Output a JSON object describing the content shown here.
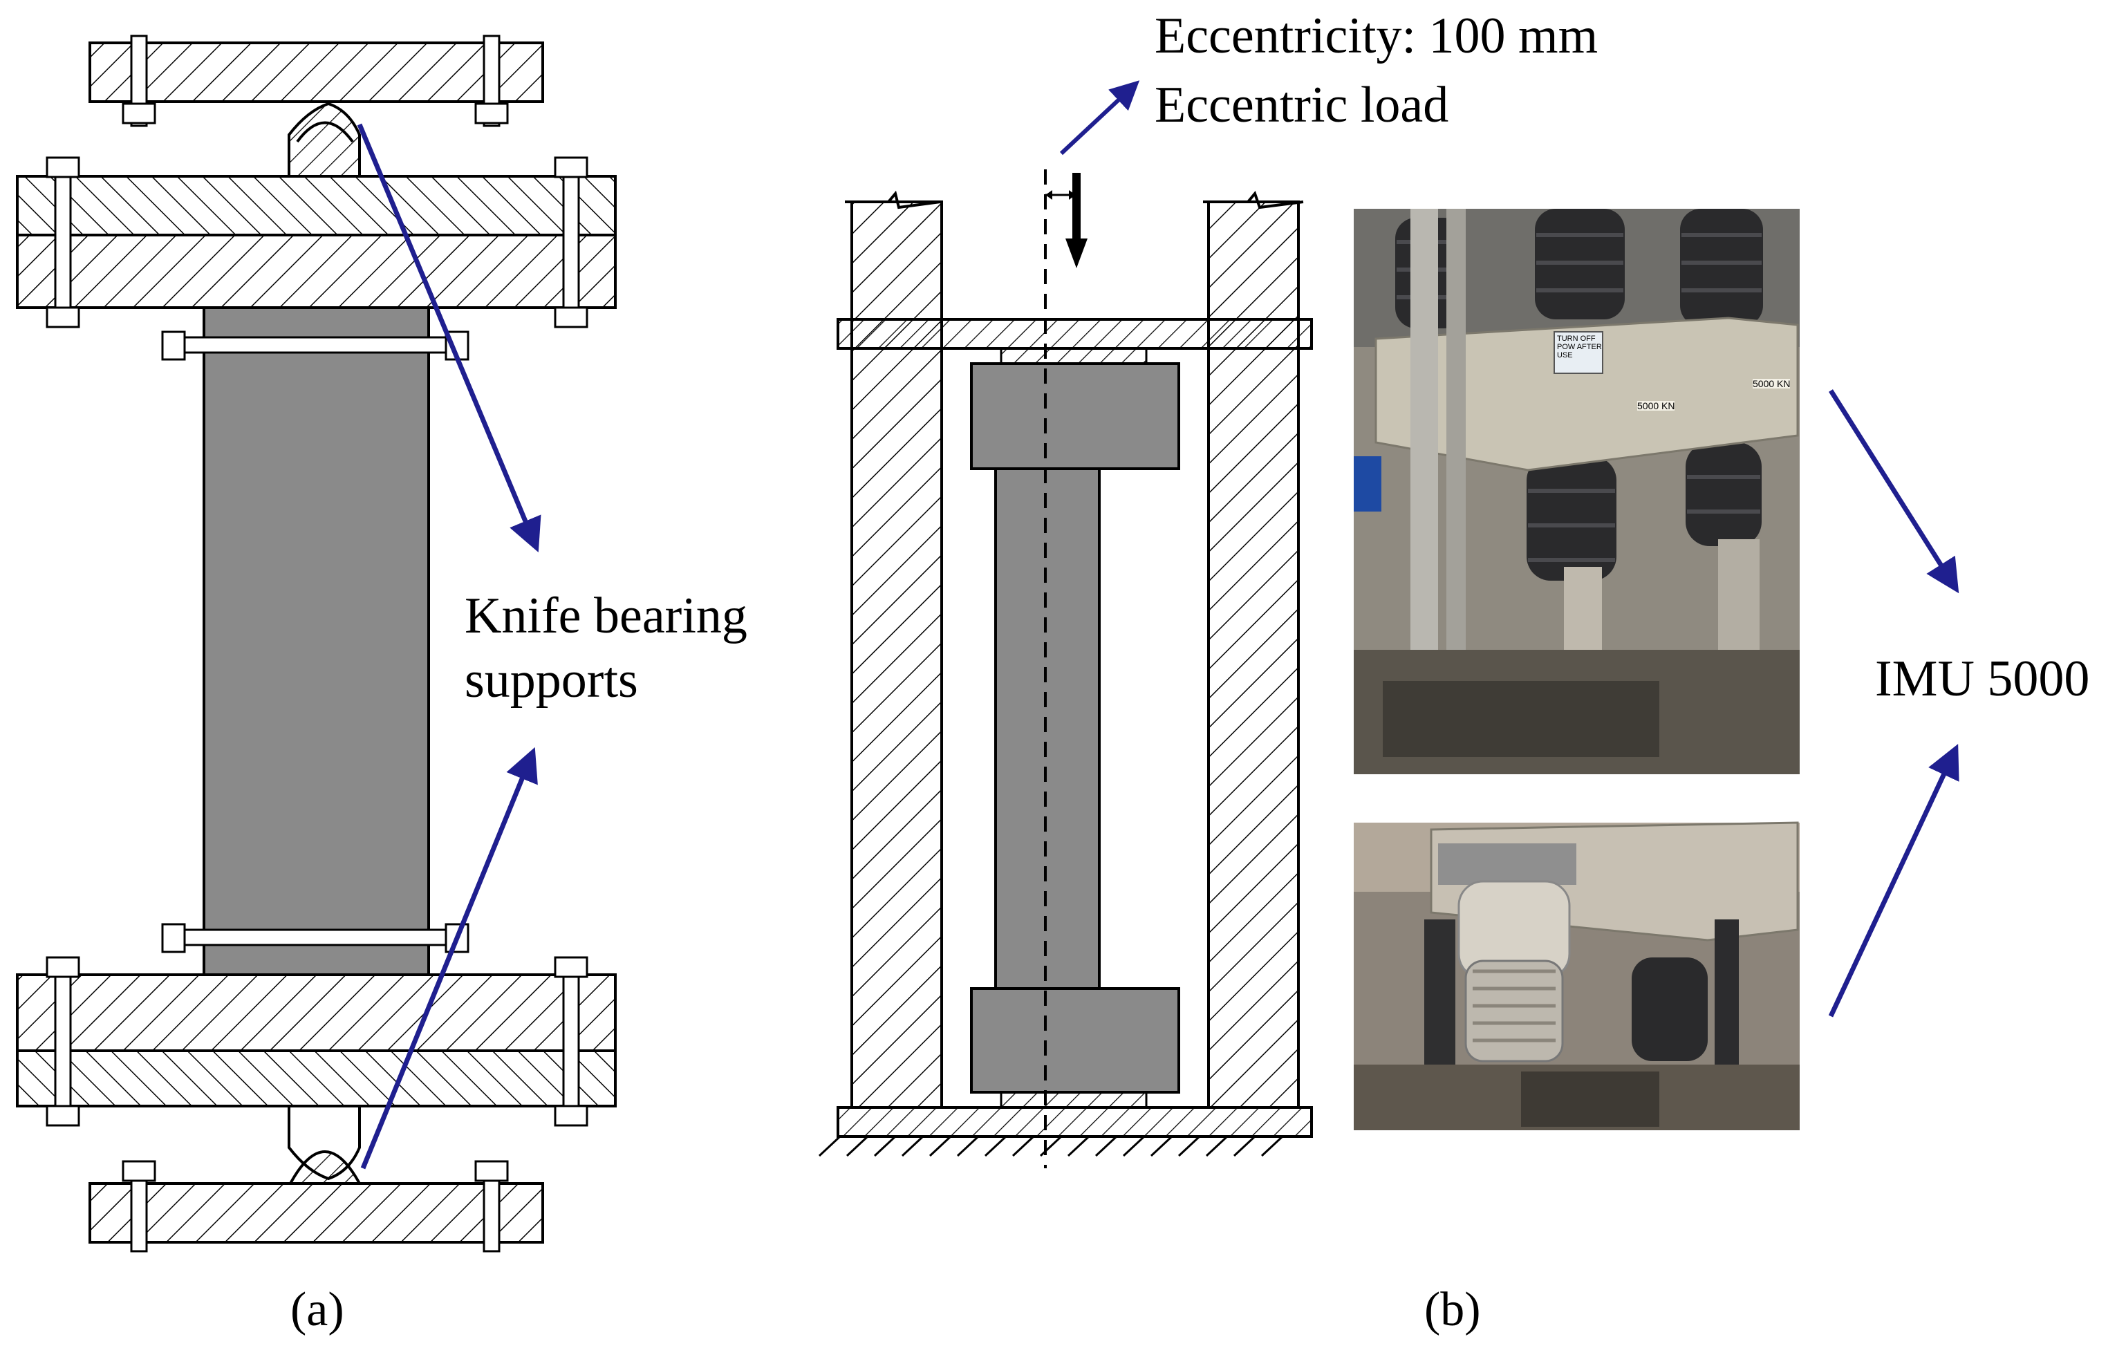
{
  "figure": {
    "panel_a": {
      "caption": "(a)",
      "annotation": "Knife bearing\nsupports"
    },
    "panel_b": {
      "caption": "(b)",
      "eccentricity_label": "Eccentricity: 100 mm",
      "load_label": "Eccentric load",
      "machine_label": "IMU 5000"
    },
    "photo_text": {
      "plate_left": "5000 KN",
      "plate_right": "5000 KN",
      "tag": "TURN OFF\nPOW AFTER\nUSE"
    }
  },
  "colors": {
    "arrow": "#1f1f8f",
    "specimen": "#8a8a8a",
    "hatch": "#000000"
  }
}
